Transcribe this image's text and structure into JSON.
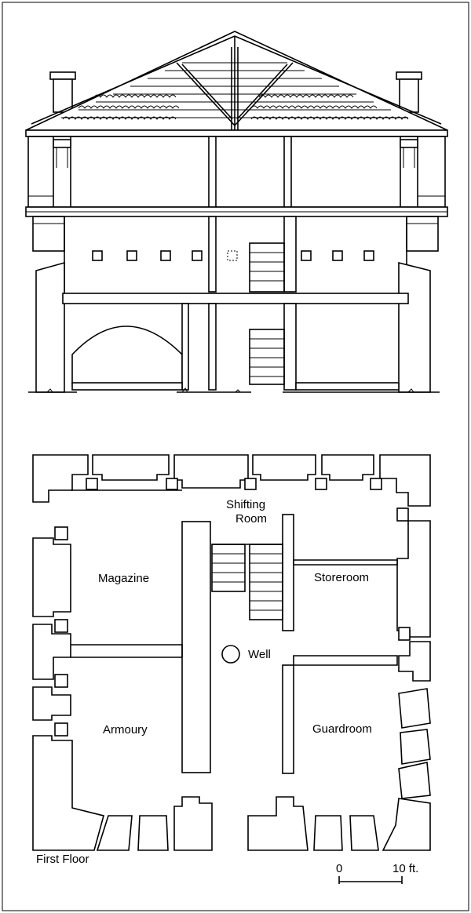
{
  "plan": {
    "rooms": {
      "shifting_line1": "Shifting",
      "shifting_line2": "Room",
      "magazine": "Magazine",
      "storeroom": "Storeroom",
      "well": "Well",
      "armoury": "Armoury",
      "guardroom": "Guardroom"
    },
    "floor_label": "First Floor",
    "scale": {
      "start": "0",
      "end": "10 ft."
    }
  },
  "colors": {
    "ink": "#000000",
    "paper": "#ffffff"
  }
}
